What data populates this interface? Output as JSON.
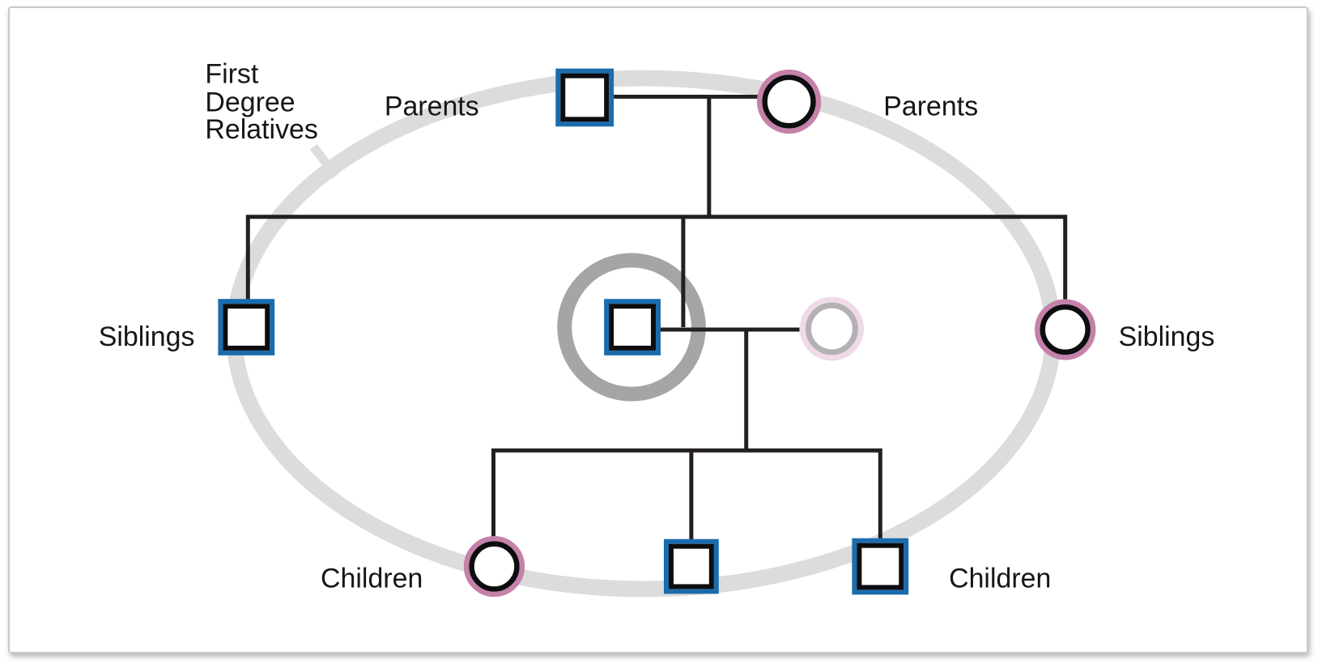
{
  "figure": {
    "type": "family-pedigree-diagram",
    "title": "First Degree Relatives",
    "boundary_label_lines": [
      "First",
      "Degree",
      "Relatives"
    ],
    "labels": {
      "parents_left": "Parents",
      "parents_right": "Parents",
      "siblings_left": "Siblings",
      "siblings_right": "Siblings",
      "children_left": "Children",
      "children_right": "Children"
    },
    "individuals": [
      {
        "id": "parent-male",
        "row": "parents",
        "shape": "square",
        "style": "blue-outline"
      },
      {
        "id": "parent-female",
        "row": "parents",
        "shape": "circle",
        "style": "pink-outline"
      },
      {
        "id": "sibling-male",
        "row": "siblings",
        "shape": "square",
        "style": "blue-outline"
      },
      {
        "id": "proband-male",
        "row": "siblings",
        "shape": "square",
        "style": "blue-outline",
        "highlight": "gray-ring"
      },
      {
        "id": "partner-female",
        "row": "siblings",
        "shape": "circle",
        "style": "faded",
        "note": "outside first-degree boundary styling"
      },
      {
        "id": "sibling-female",
        "row": "siblings",
        "shape": "circle",
        "style": "pink-outline"
      },
      {
        "id": "child-female",
        "row": "children",
        "shape": "circle",
        "style": "pink-outline"
      },
      {
        "id": "child-male-1",
        "row": "children",
        "shape": "square",
        "style": "blue-outline"
      },
      {
        "id": "child-male-2",
        "row": "children",
        "shape": "square",
        "style": "blue-outline"
      }
    ],
    "colors": {
      "male_color": "#1b6cad",
      "female_color": "#c581a9",
      "ink_color": "#0d0d10",
      "line_color": "#231f20",
      "boundary_color": "#dcdcdc",
      "proband_ring_color": "#a5a5a5",
      "faded_female_color": "#eedbe7",
      "faded_inner_color": "#b3b1b3"
    }
  }
}
